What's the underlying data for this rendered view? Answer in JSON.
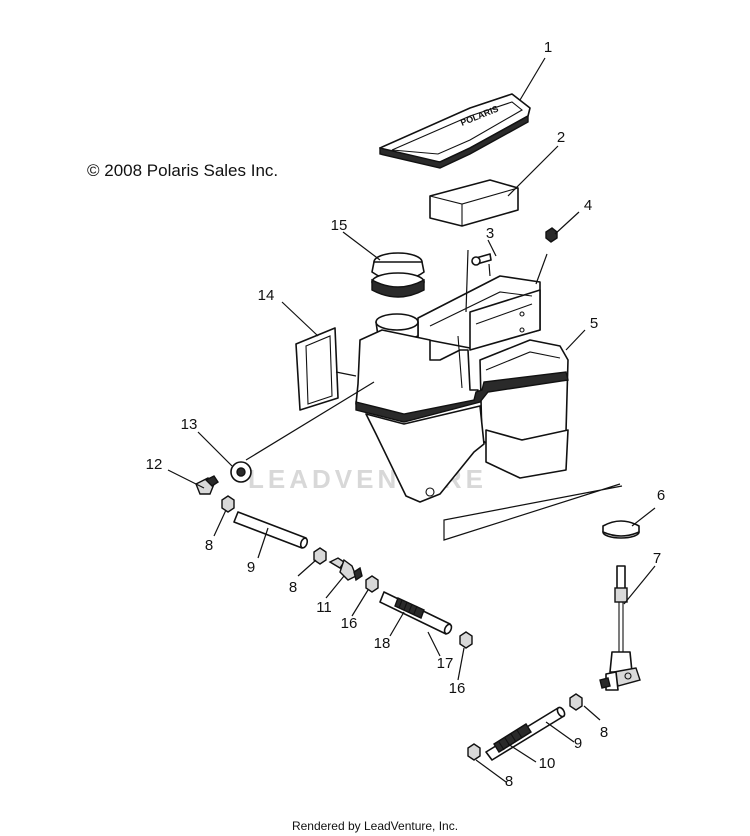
{
  "copyright": "© 2008 Polaris Sales Inc.",
  "footer": "Rendered by LeadVenture, Inc.",
  "watermark": "LEADVENTURE",
  "cover_embossing": "POLARIS",
  "callouts": [
    "1",
    "2",
    "3",
    "4",
    "5",
    "6",
    "7",
    "8",
    "8",
    "8",
    "8",
    "9",
    "9",
    "10",
    "11",
    "12",
    "13",
    "14",
    "15",
    "16",
    "16",
    "17",
    "18"
  ]
}
